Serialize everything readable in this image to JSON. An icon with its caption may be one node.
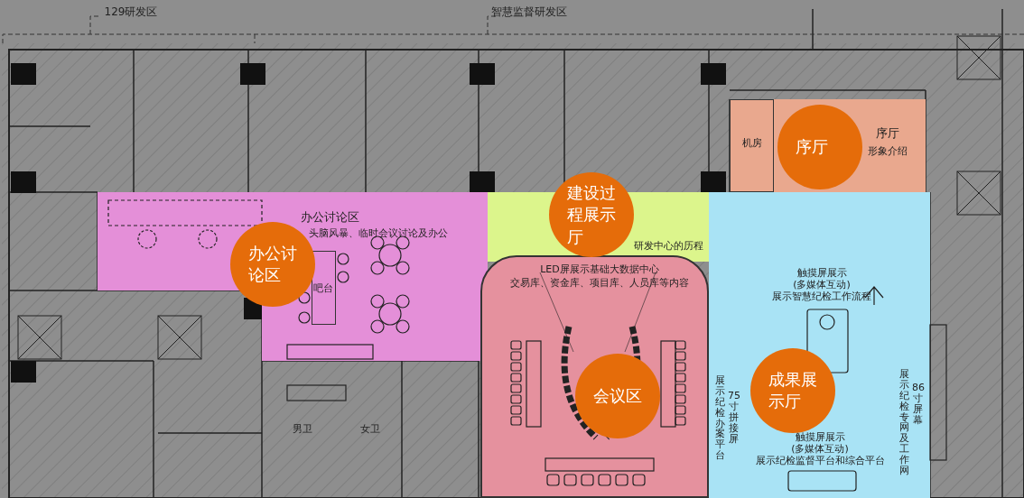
{
  "diagram": {
    "nodes": [
      {
        "text": [
          "序厅",
          "形象介绍"
        ]
      },
      {
        "text": [
          "机房"
        ],
        "in": 0
      },
      {
        "text": [
          "序厅"
        ],
        "in": 0
      },
      {
        "text": [
          "办公讨论区",
          "头脑风暴、临时会议讨论及办公"
        ]
      },
      {
        "text": [
          "吧台"
        ],
        "in": 3
      },
      {
        "text": [
          "办公讨论区"
        ],
        "in": 3
      },
      {
        "text": [],
        "shape": "box"
      },
      {
        "text": [
          "建设过程展示厅"
        ]
      },
      {
        "text": [
          "LED屏展示基础大数据中心",
          "交易库、资金库、项目库、人员库等内容"
        ]
      },
      {
        "text": [
          "会议区"
        ],
        "in": 8
      },
      {
        "text": [
          "触摸屏展示",
          "(多媒体互动)",
          "展示智慧纪检工作流程",
          "展示纪检办案平台",
          "75寸拼接屏",
          "展示纪检专网及工作网",
          "86寸屏幕",
          "触摸屏展示",
          "(多媒体互动)",
          "展示纪检监督平台和综合平台"
        ]
      },
      {
        "text": [
          "成果展示厅"
        ],
        "in": 10
      }
    ],
    "edges": [],
    "labels": [
      "129研发区",
      "智慧监督研发区",
      "研发中心的历程",
      "男卫",
      "女卫"
    ]
  }
}
